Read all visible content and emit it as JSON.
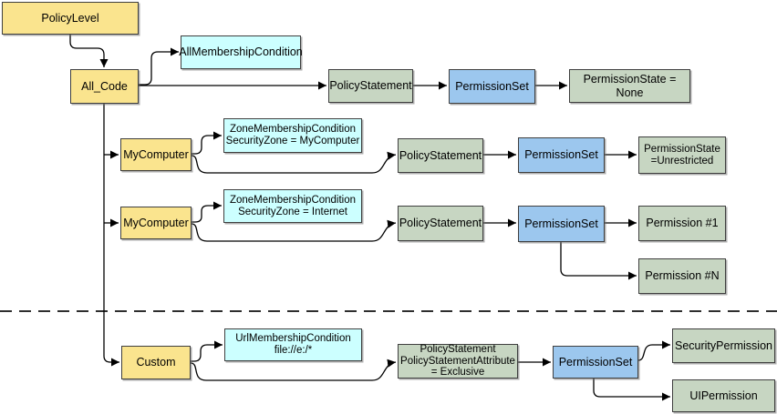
{
  "diagram": {
    "description": "PolicyLevel code-group tree with membership conditions, policy statements and permission sets",
    "colors": {
      "yellow": "#FAE48E",
      "cyan": "#CCFFFF",
      "green": "#C7D6C2",
      "blue": "#9CC7EE",
      "border": "#3f3f3f",
      "line": "#000000"
    },
    "nodes": {
      "policy_level": {
        "label": "PolicyLevel"
      },
      "all_code": {
        "label": "All_Code"
      },
      "all_membership_condition": {
        "label": "AllMembershipCondition"
      },
      "policy_statement_all_code": {
        "label": "PolicyStatement"
      },
      "permission_set_all_code": {
        "label": "PermissionSet"
      },
      "permission_state_none": {
        "label": "PermissionState = None"
      },
      "my_computer_zone": {
        "label": "MyComputer"
      },
      "zone_condition_my_computer": {
        "label": "ZoneMembershipCondition\nSecurityZone = MyComputer"
      },
      "policy_statement_my_computer": {
        "label": "PolicyStatement"
      },
      "permission_set_my_computer": {
        "label": "PermissionSet"
      },
      "permission_state_unrestricted": {
        "label": "PermissionState\n=Unrestricted"
      },
      "my_computer_internet": {
        "label": "MyComputer"
      },
      "zone_condition_internet": {
        "label": "ZoneMembershipCondition\nSecurityZone = Internet"
      },
      "policy_statement_internet": {
        "label": "PolicyStatement"
      },
      "permission_set_internet": {
        "label": "PermissionSet"
      },
      "permission_1": {
        "label": "Permission #1"
      },
      "permission_n": {
        "label": "Permission #N"
      },
      "custom": {
        "label": "Custom"
      },
      "url_membership_condition": {
        "label": "UrlMembershipCondition\nfile://e:/*"
      },
      "policy_statement_exclusive": {
        "label": "PolicyStatement\nPolicyStatementAttribute\n= Exclusive"
      },
      "permission_set_custom": {
        "label": "PermissionSet"
      },
      "security_permission": {
        "label": "SecurityPermission"
      },
      "ui_permission": {
        "label": "UIPermission"
      }
    }
  }
}
